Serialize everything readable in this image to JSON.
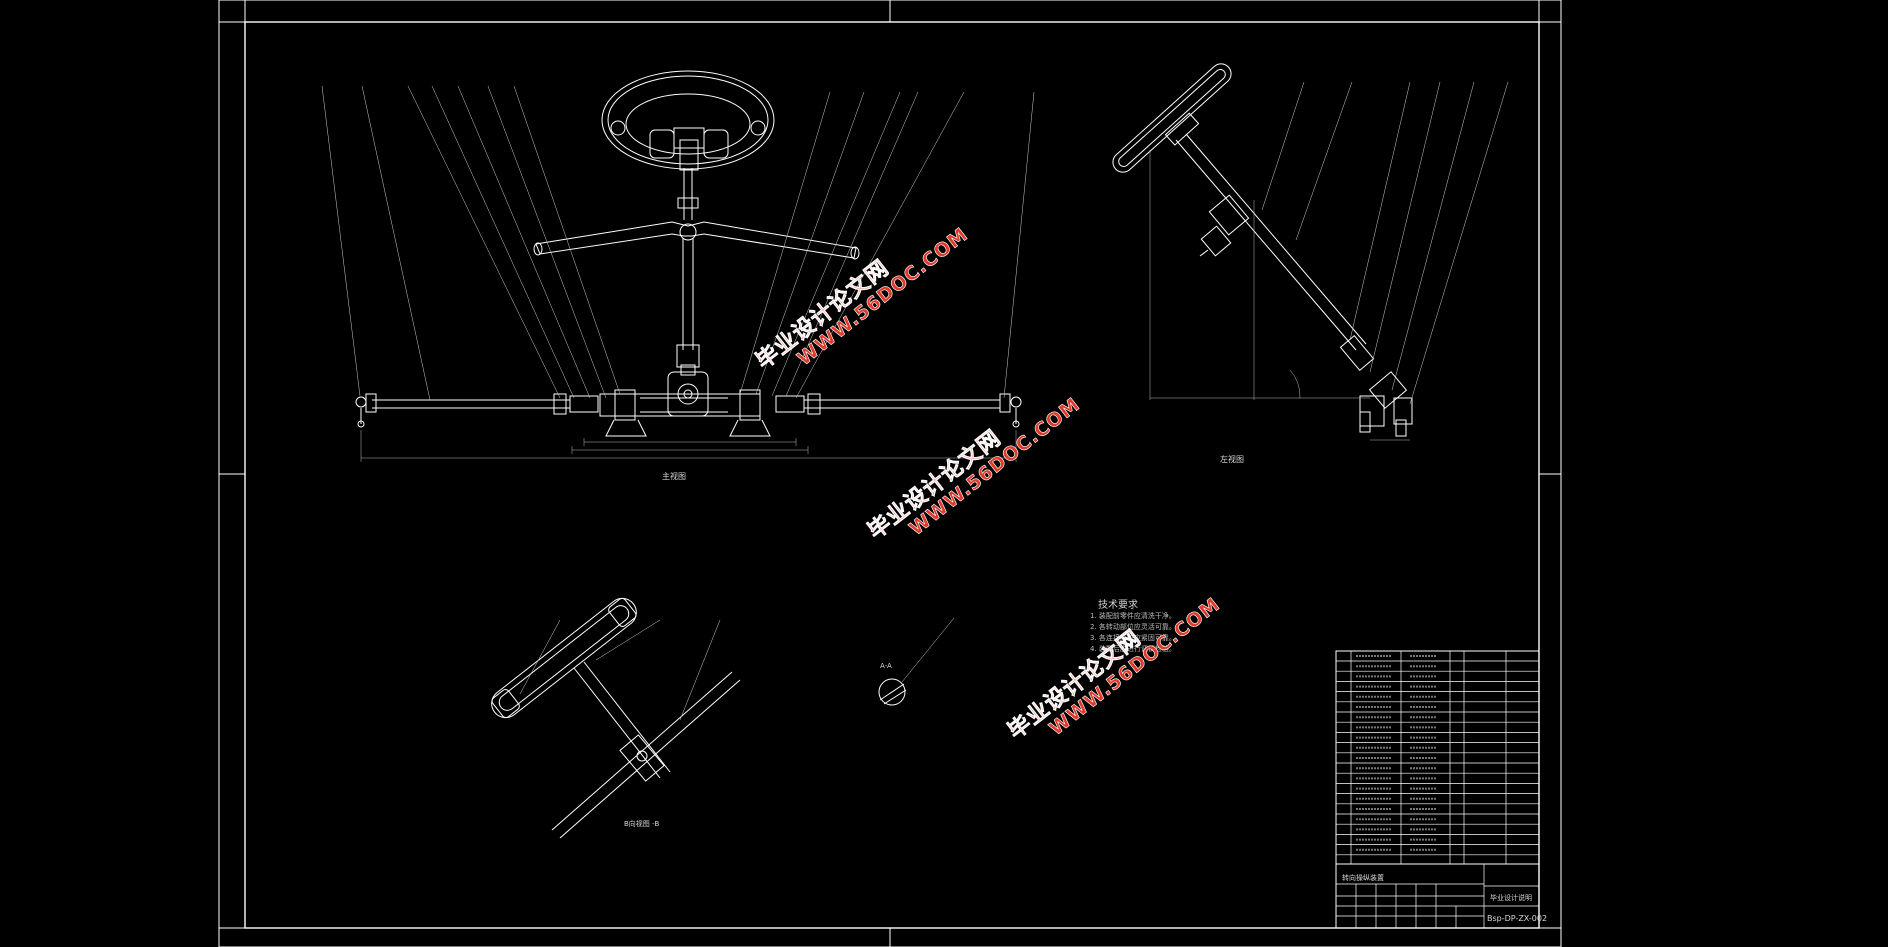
{
  "drawing": {
    "view_label_front": "主视图",
    "view_label_side": "左视图",
    "view_label_bottom": "B向视图 -B",
    "section_label": "A-A",
    "tech_notes_title": "技术要求",
    "tech_notes": [
      "1. 装配前零件应清洗干净。",
      "2. 各转动部位应灵活可靠。",
      "3. 各连接部位应紧固可靠。",
      "4. 装配后应进行调试检验。"
    ],
    "title_block_name": "转向操纵装置",
    "title_block_school": "毕业设计说明",
    "drawing_number": "Bsp-DP-ZX-002"
  },
  "watermarks": [
    {
      "cn": "毕业设计论文网",
      "url": "WWW.56DOC.COM"
    },
    {
      "cn": "毕业设计论文网",
      "url": "WWW.56DOC.COM"
    },
    {
      "cn": "毕业设计论文网",
      "url": "WWW.56DOC.COM"
    }
  ],
  "colors": {
    "background": "#000000",
    "line": "#ffffff",
    "watermark": "#e03a2a"
  }
}
